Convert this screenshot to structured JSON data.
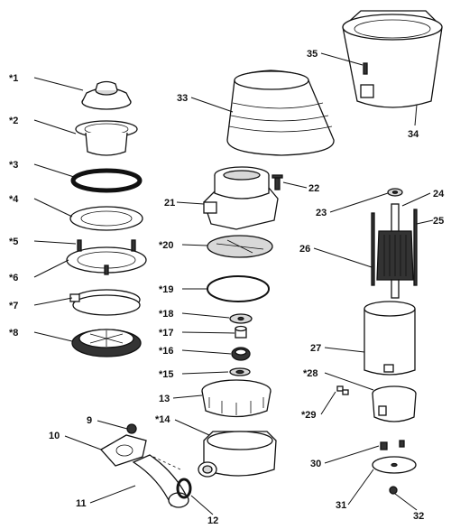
{
  "diagram": {
    "labels": [
      {
        "id": "l1",
        "text": "*1"
      },
      {
        "id": "l2",
        "text": "*2"
      },
      {
        "id": "l3",
        "text": "*3"
      },
      {
        "id": "l4",
        "text": "*4"
      },
      {
        "id": "l5",
        "text": "*5"
      },
      {
        "id": "l6",
        "text": "*6"
      },
      {
        "id": "l7",
        "text": "*7"
      },
      {
        "id": "l8",
        "text": "*8"
      },
      {
        "id": "l9",
        "text": "9"
      },
      {
        "id": "l10",
        "text": "10"
      },
      {
        "id": "l11",
        "text": "11"
      },
      {
        "id": "l12",
        "text": "12"
      },
      {
        "id": "l13",
        "text": "13"
      },
      {
        "id": "l14",
        "text": "*14"
      },
      {
        "id": "l15",
        "text": "*15"
      },
      {
        "id": "l16",
        "text": "*16"
      },
      {
        "id": "l17",
        "text": "*17"
      },
      {
        "id": "l18",
        "text": "*18"
      },
      {
        "id": "l19",
        "text": "*19"
      },
      {
        "id": "l20",
        "text": "*20"
      },
      {
        "id": "l21",
        "text": "21"
      },
      {
        "id": "l22",
        "text": "22"
      },
      {
        "id": "l23",
        "text": "23"
      },
      {
        "id": "l24",
        "text": "24"
      },
      {
        "id": "l25",
        "text": "25"
      },
      {
        "id": "l26",
        "text": "26"
      },
      {
        "id": "l27",
        "text": "27"
      },
      {
        "id": "l28",
        "text": "*28"
      },
      {
        "id": "l29",
        "text": "*29"
      },
      {
        "id": "l30",
        "text": "30"
      },
      {
        "id": "l31",
        "text": "31"
      },
      {
        "id": "l32",
        "text": "32"
      },
      {
        "id": "l33",
        "text": "33"
      },
      {
        "id": "l34",
        "text": "34"
      },
      {
        "id": "l35",
        "text": "35"
      }
    ]
  }
}
